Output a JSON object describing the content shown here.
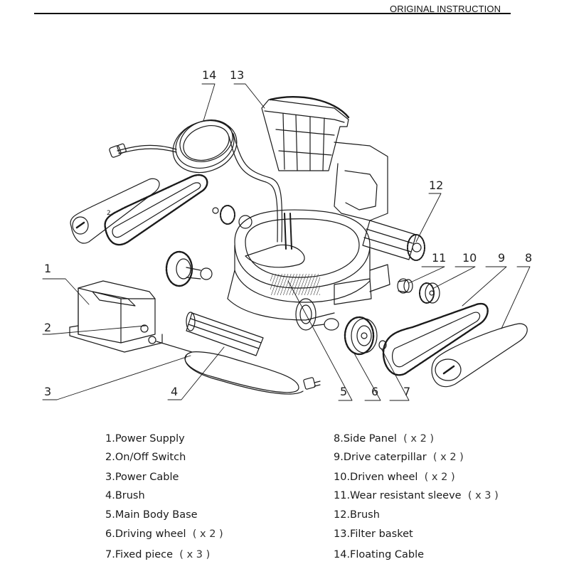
{
  "header": {
    "title": "ORIGINAL INSTRUCTION"
  },
  "diagram": {
    "callouts": [
      "1",
      "2",
      "3",
      "4",
      "5",
      "6",
      "7",
      "8",
      "9",
      "10",
      "11",
      "12",
      "13",
      "14"
    ],
    "side_panel_mark": "2"
  },
  "parts_list": {
    "left": [
      {
        "label": "1.Power Supply",
        "qty": ""
      },
      {
        "label": "2.On/Off Switch",
        "qty": ""
      },
      {
        "label": "3.Power Cable",
        "qty": ""
      },
      {
        "label": "4.Brush",
        "qty": ""
      },
      {
        "label": "5.Main Body Base",
        "qty": ""
      },
      {
        "label": "6.Driving wheel",
        "qty": "( x 2 )"
      },
      {
        "label": "7.Fixed piece",
        "qty": "( x 3 )"
      }
    ],
    "right": [
      {
        "label": "8.Side Panel",
        "qty": "( x 2 )"
      },
      {
        "label": "9.Drive caterpillar",
        "qty": "( x 2 )"
      },
      {
        "label": "10.Driven wheel",
        "qty": "( x 2 )"
      },
      {
        "label": "11.Wear resistant sleeve",
        "qty": "( x 3 )"
      },
      {
        "label": "12.Brush",
        "qty": ""
      },
      {
        "label": "13.Filter basket",
        "qty": ""
      },
      {
        "label": "14.Floating Cable",
        "qty": ""
      }
    ]
  }
}
